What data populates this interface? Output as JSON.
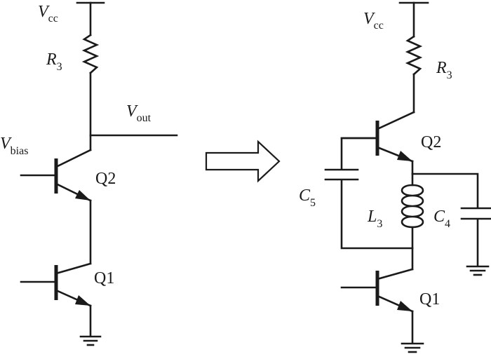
{
  "left_circuit": {
    "vcc": {
      "main": "V",
      "sub": "cc"
    },
    "r3": {
      "main": "R",
      "sub": "3"
    },
    "vout": {
      "main": "V",
      "sub": "out"
    },
    "vbias": {
      "main": "V",
      "sub": "bias"
    },
    "q2": "Q2",
    "q1": "Q1"
  },
  "right_circuit": {
    "vcc": {
      "main": "V",
      "sub": "cc"
    },
    "r3": {
      "main": "R",
      "sub": "3"
    },
    "q2": "Q2",
    "q1": "Q1",
    "c5": {
      "main": "C",
      "sub": "5"
    },
    "l3": {
      "main": "L",
      "sub": "3"
    },
    "c4": {
      "main": "C",
      "sub": "4"
    }
  }
}
